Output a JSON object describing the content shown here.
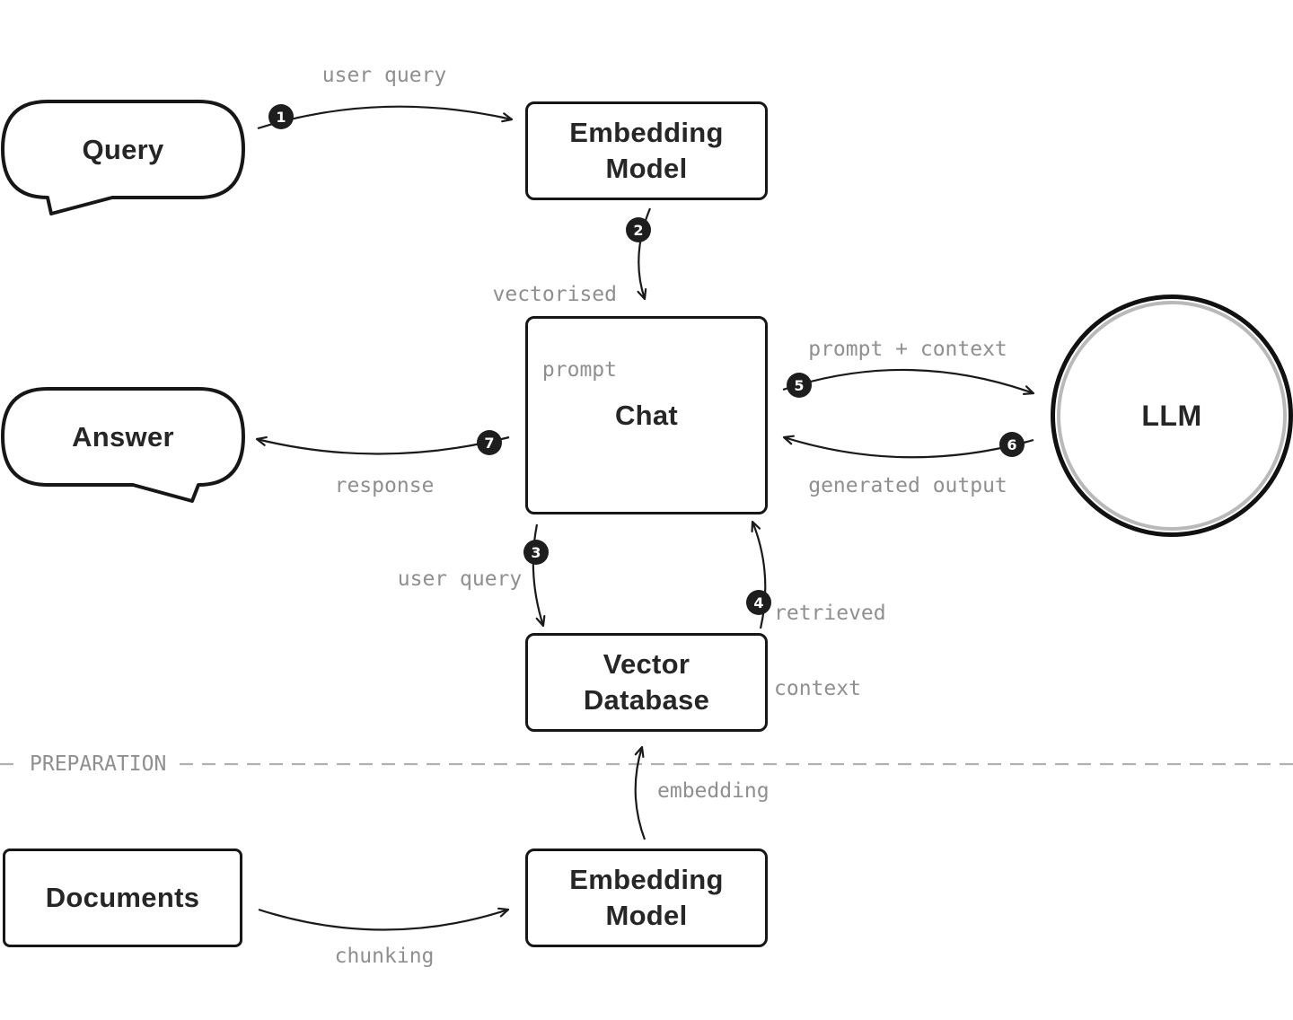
{
  "nodes": {
    "query": {
      "label": "Query",
      "shape": "speech-bubble"
    },
    "embedding_model_top": {
      "line1": "Embedding",
      "line2": "Model",
      "shape": "box"
    },
    "chat": {
      "label": "Chat",
      "shape": "box"
    },
    "llm": {
      "label": "LLM",
      "shape": "double-circle"
    },
    "answer": {
      "label": "Answer",
      "shape": "speech-bubble"
    },
    "vector_database": {
      "line1": "Vector",
      "line2": "Database",
      "shape": "box"
    },
    "documents": {
      "label": "Documents",
      "shape": "box"
    },
    "embedding_model_bottom": {
      "line1": "Embedding",
      "line2": "Model",
      "shape": "box"
    }
  },
  "edges": {
    "user_query_top": {
      "step": "1",
      "label": "user query",
      "from": "query",
      "to": "embedding_model_top"
    },
    "vectorised_prompt": {
      "step": "2",
      "line1": "vectorised",
      "line2": "prompt",
      "from": "embedding_model_top",
      "to": "chat"
    },
    "user_query_mid": {
      "step": "3",
      "label": "user query",
      "from": "chat",
      "to": "vector_database"
    },
    "retrieved_context": {
      "step": "4",
      "line1": "retrieved",
      "line2": "context",
      "from": "vector_database",
      "to": "chat"
    },
    "prompt_context": {
      "step": "5",
      "label": "prompt + context",
      "from": "chat",
      "to": "llm"
    },
    "generated_output": {
      "step": "6",
      "label": "generated output",
      "from": "llm",
      "to": "chat"
    },
    "response": {
      "step": "7",
      "label": "response",
      "from": "chat",
      "to": "answer"
    },
    "embedding": {
      "label": "embedding",
      "from": "embedding_model_bottom",
      "to": "vector_database"
    },
    "chunking": {
      "label": "chunking",
      "from": "documents",
      "to": "embedding_model_bottom"
    }
  },
  "divider": {
    "label": "PREPARATION"
  },
  "colors": {
    "background": "#ffffff",
    "node_stroke": "#171717",
    "node_text": "#262626",
    "edge_stroke": "#1a1a1a",
    "edge_label_gray": "#8f8f8f",
    "divider_gray": "#b0b0b0",
    "badge_bg": "#1e1e1e",
    "badge_text": "#ffffff",
    "llm_inner_ring": "#b9b9b9"
  }
}
